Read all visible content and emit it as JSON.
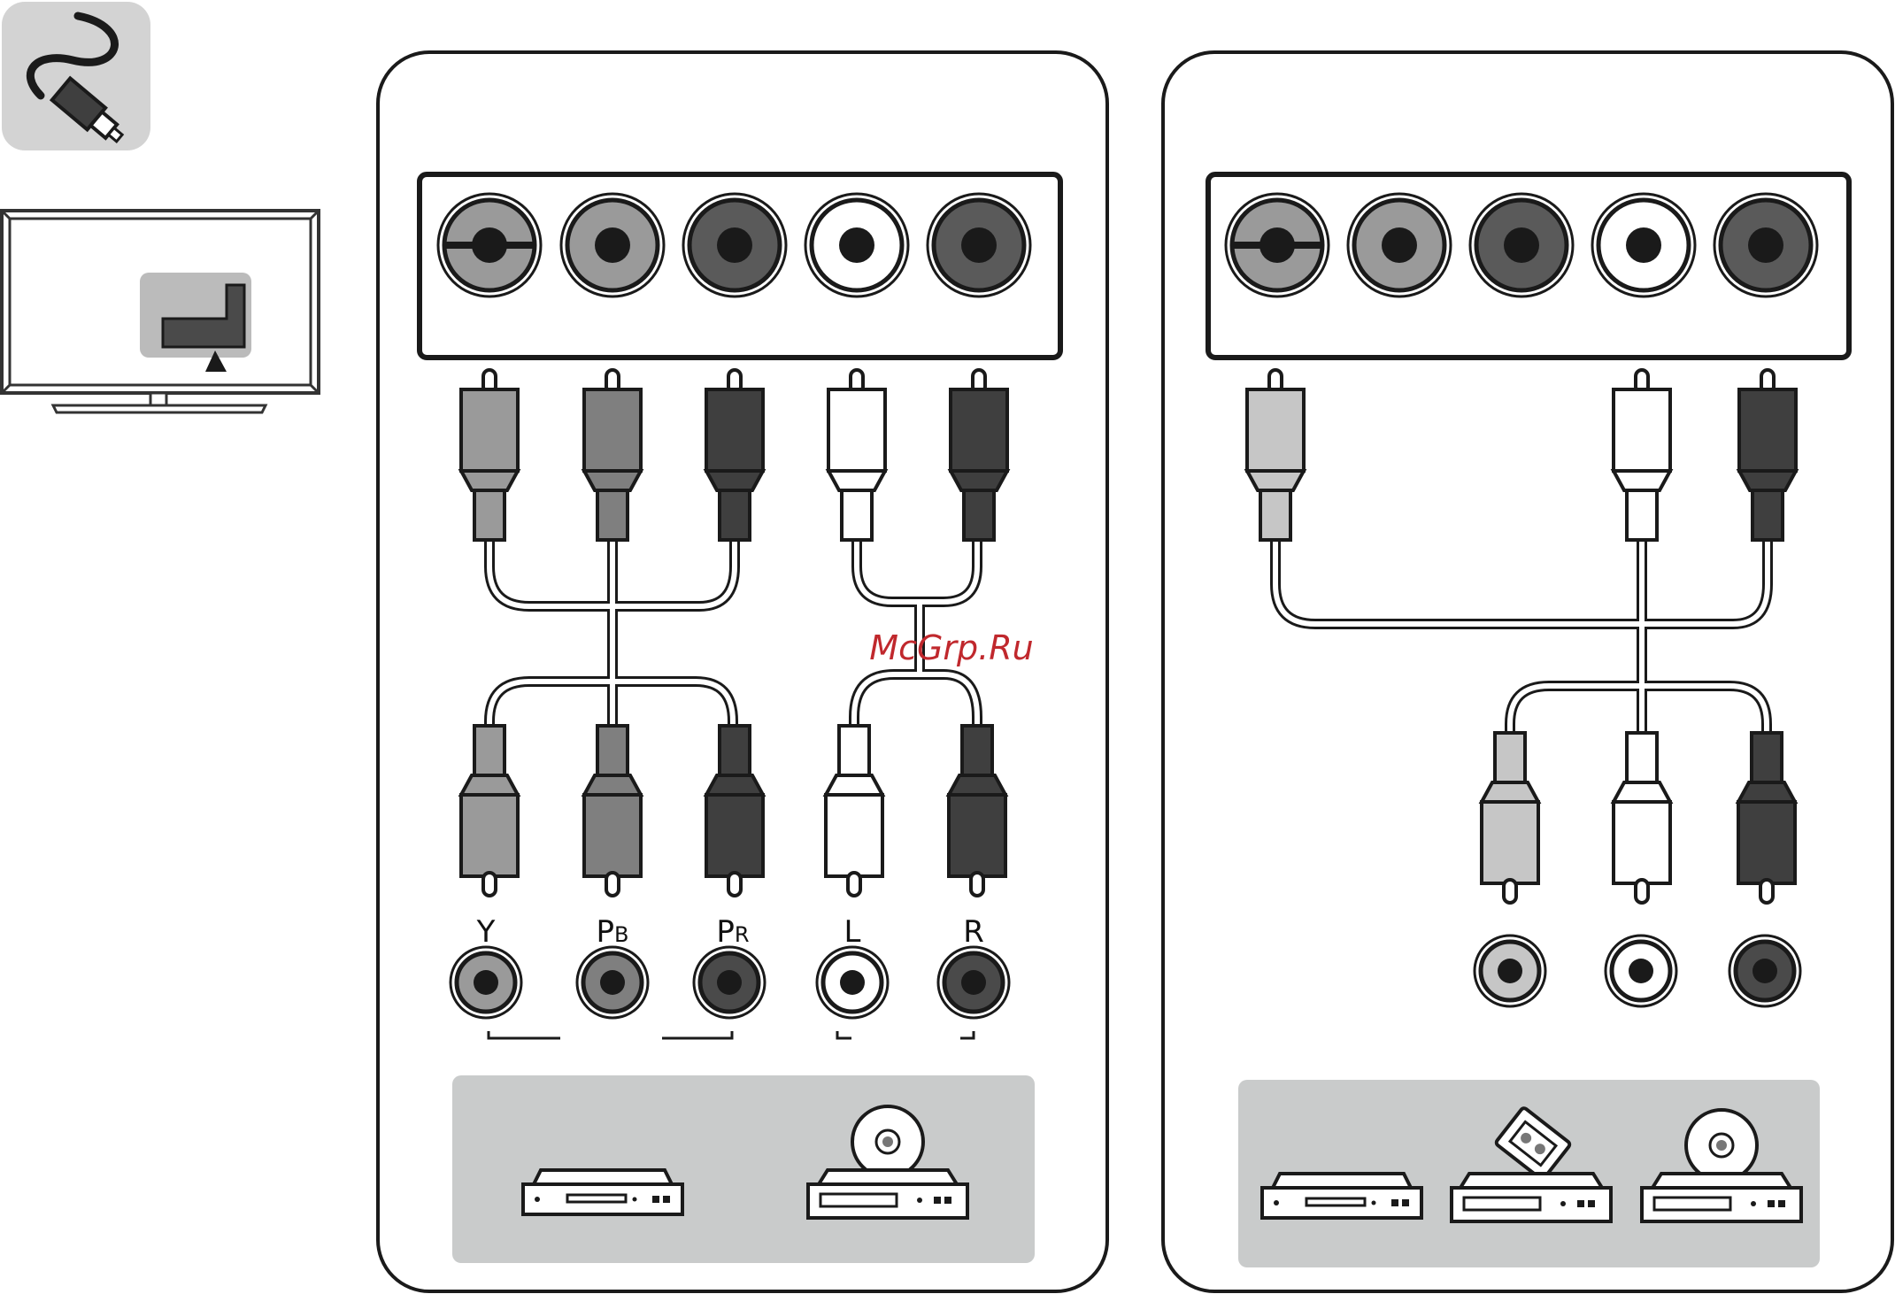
{
  "colors": {
    "green": "#9a9a9a",
    "blue": "#7f7f7f",
    "red": "#3f3f3f",
    "white": "#ffffff",
    "audio_red": "#3f3f3f",
    "video_yellow": "#c6c6c6",
    "panel_gray": "#c9cbcb",
    "outline": "#1a1a1a"
  },
  "icons": {
    "cable": "av-cable-icon",
    "tv": "tv-with-input-panel-icon",
    "left_devices": [
      "dvd-player-icon",
      "disc-player-icon"
    ],
    "right_devices": [
      "dvd-player-icon",
      "vcr-tape-player-icon",
      "disc-player-icon"
    ]
  },
  "component_panel": {
    "connector_labels": [
      "Y",
      "PB",
      "PR",
      "L",
      "R"
    ]
  },
  "composite_panel": {
    "connector_labels": []
  },
  "watermark": "McGrp.Ru"
}
